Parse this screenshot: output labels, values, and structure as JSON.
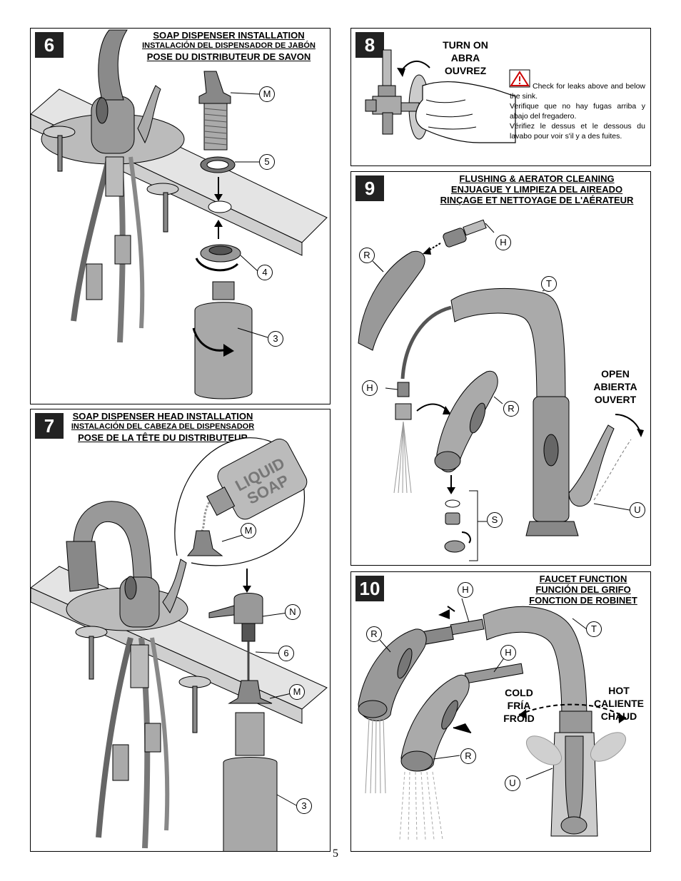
{
  "page_number": "5",
  "step6": {
    "number": "6",
    "title_en": "SOAP DISPENSER INSTALLATION",
    "title_es": "INSTALACIÓN DEL DISPENSADOR DE JABÓN",
    "title_fr": "POSE DU DISTRIBUTEUR DE SAVON",
    "callouts": [
      "M",
      "5",
      "4",
      "3"
    ]
  },
  "step7": {
    "number": "7",
    "title_en": "SOAP DISPENSER HEAD INSTALLATION",
    "title_es": "INSTALACIÓN DEL CABEZA DEL DISPENSADOR",
    "title_fr": "POSE DE LA TÊTE DU DISTRIBUTEUR",
    "bottle_text": "LIQUID SOAP",
    "callouts": [
      "M",
      "N",
      "6",
      "M",
      "3"
    ]
  },
  "step8": {
    "number": "8",
    "turn_on": [
      "TURN ON",
      "ABRA",
      "OUVREZ"
    ],
    "warning": [
      "Check for leaks above and below the sink.",
      "Verifique que no hay fugas arriba y abajo del fregadero.",
      "Vérifiez le dessus et le dessous du lavabo pour voir s'il y a des fuites."
    ]
  },
  "step9": {
    "number": "9",
    "title_en": "FLUSHING & AERATOR CLEANING",
    "title_es": "ENJUAGUE Y LIMPIEZA DEL AIREADO",
    "title_fr": "RINÇAGE ET NETTOYAGE DE L'AÉRATEUR",
    "open": [
      "OPEN",
      "ABIERTA",
      "OUVERT"
    ],
    "callouts": [
      "H",
      "R",
      "T",
      "H",
      "R",
      "S",
      "U"
    ]
  },
  "step10": {
    "number": "10",
    "title_en": "FAUCET FUNCTION",
    "title_es": "FUNCIÓN DEL GRIFO",
    "title_fr": "FONCTION DE ROBINET",
    "cold": [
      "COLD",
      "FRÍA",
      "FROID"
    ],
    "hot": [
      "HOT",
      "CALIENTE",
      "CHAUD"
    ],
    "callouts": [
      "H",
      "R",
      "T",
      "H",
      "R",
      "U"
    ]
  }
}
